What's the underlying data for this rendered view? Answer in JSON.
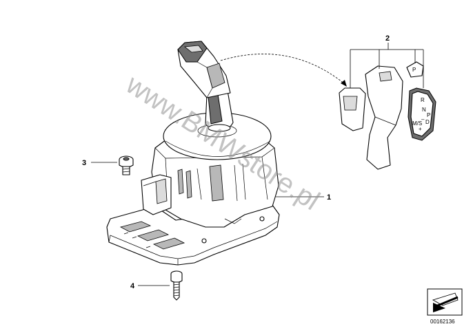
{
  "callouts": {
    "part1": "1",
    "part2": "2",
    "part3": "3",
    "part4": "4"
  },
  "indicator": {
    "r": "R",
    "n": "N",
    "p": "P",
    "d": "D",
    "ms": "M/S",
    "plus": "+",
    "minus": "–"
  },
  "button_label": "P",
  "watermark": "www.BMWstore.pl",
  "diagram_id": "00162136",
  "icons": {
    "corner_badge": "arrow-down-left-icon"
  },
  "colors": {
    "ink": "#000000",
    "watermark": "#8f8f8f"
  }
}
